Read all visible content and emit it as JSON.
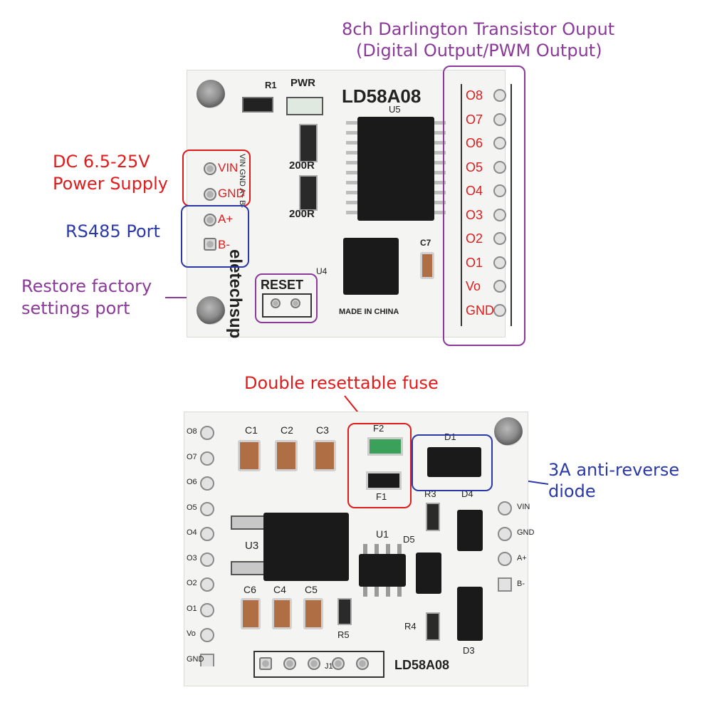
{
  "callouts": {
    "output_title_line1": "8ch Darlington Transistor Ouput",
    "output_title_line2": "(Digital Output/PWM Output)",
    "power_line1": "DC 6.5-25V",
    "power_line2": "Power Supply",
    "rs485": "RS485 Port",
    "restore_line1": "Restore factory",
    "restore_line2": "settings port",
    "fuse": "Double resettable fuse",
    "diode_line1": "3A anti-reverse",
    "diode_line2": "diode"
  },
  "top_board": {
    "model": "LD58A08",
    "brand": "eletechsup",
    "r1": "R1",
    "pwr": "PWR",
    "u5": "U5",
    "u4": "U4",
    "c7": "C7",
    "res_a": "200R",
    "res_b": "200R",
    "reset": "RESET",
    "made_in": "MADE IN CHINA",
    "vin": "VIN",
    "gnd": "GND",
    "a_plus": "A+",
    "b_minus": "B-",
    "input_silk": "VIN GND A+ B-",
    "outputs": [
      "O8",
      "O7",
      "O6",
      "O5",
      "O4",
      "O3",
      "O2",
      "O1",
      "Vo",
      "GND"
    ]
  },
  "bottom_board": {
    "model": "LD58A08",
    "caps_top": [
      "C1",
      "C2",
      "C3"
    ],
    "caps_bottom": [
      "C6",
      "C4",
      "C5"
    ],
    "u3": "U3",
    "u1": "U1",
    "f2": "F2",
    "f1": "F1",
    "d1": "D1",
    "d3": "D3",
    "d4": "D4",
    "d5": "D5",
    "r3": "R3",
    "r4": "R4",
    "r5": "R5",
    "j1": "J1",
    "left_pins": [
      "O8",
      "O7",
      "O6",
      "O5",
      "O4",
      "O3",
      "O2",
      "O1",
      "Vo",
      "GND"
    ],
    "right_pins": [
      "VIN",
      "GND",
      "A+",
      "B-"
    ]
  },
  "colors": {
    "red": "#e01b1b",
    "blue": "#2b39a8",
    "purple": "#8b3a9a"
  }
}
